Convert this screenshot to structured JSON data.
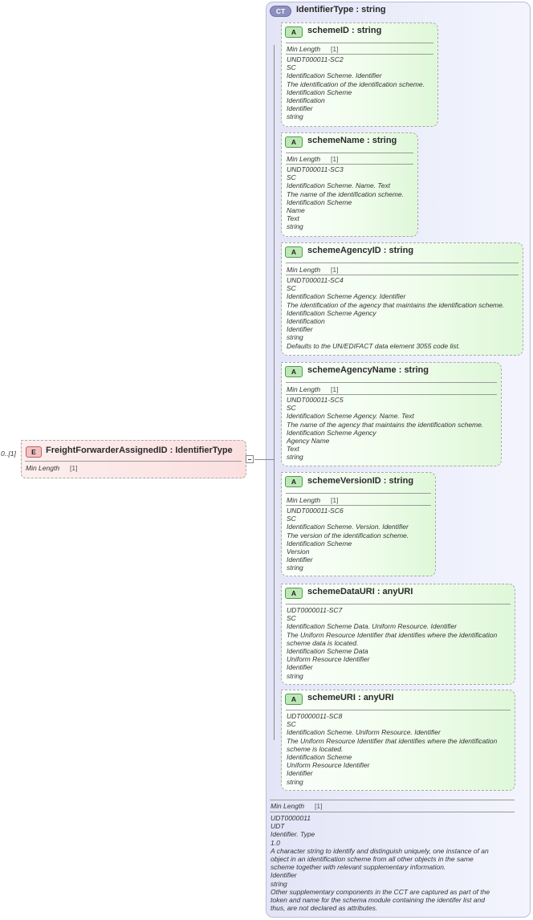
{
  "element": {
    "cardinality": "0..[1]",
    "badge": "E",
    "title": "FreightForwarderAssignedID : IdentifierType",
    "min_length_label": "Min Length",
    "min_length_value": "[1]"
  },
  "complex_type": {
    "badge": "CT",
    "title": "IdentifierType : string",
    "min_length_label": "Min Length",
    "min_length_value": "[1]",
    "doc": [
      "UDT0000011",
      "UDT",
      "Identifier. Type",
      "1.0",
      "A character string to identify and distinguish uniquely, one instance of an",
      "object in an identification scheme from all other objects in the same",
      "scheme together with relevant supplementary information.",
      "Identifier",
      "string",
      "Other supplementary components in the CCT are captured as part of the",
      "token and name for the schema module containing the identifer list and",
      "thus, are not declared as attributes."
    ]
  },
  "attributes": [
    {
      "badge": "A",
      "title": "schemeID : string",
      "min_length_label": "Min Length",
      "min_length_value": "[1]",
      "doc": [
        "UNDT000011-SC2",
        "SC",
        "Identification Scheme. Identifier",
        "The identification of the identification scheme.",
        "Identification Scheme",
        "Identification",
        "Identifier",
        "string"
      ]
    },
    {
      "badge": "A",
      "title": "schemeName : string",
      "min_length_label": "Min Length",
      "min_length_value": "[1]",
      "doc": [
        "UNDT000011-SC3",
        "SC",
        "Identification Scheme. Name. Text",
        "The name of the identification scheme.",
        "Identification Scheme",
        "Name",
        "Text",
        "string"
      ]
    },
    {
      "badge": "A",
      "title": "schemeAgencyID : string",
      "min_length_label": "Min Length",
      "min_length_value": "[1]",
      "doc": [
        "UNDT000011-SC4",
        "SC",
        "Identification Scheme Agency. Identifier",
        "The identification of the agency that maintains the identification scheme.",
        "Identification Scheme Agency",
        "Identification",
        "Identifier",
        "string",
        "Defaults to the UN/EDIFACT data element 3055 code list."
      ]
    },
    {
      "badge": "A",
      "title": "schemeAgencyName : string",
      "min_length_label": "Min Length",
      "min_length_value": "[1]",
      "doc": [
        "UNDT000011-SC5",
        "SC",
        "Identification Scheme Agency. Name. Text",
        "The name of the agency that maintains the identification scheme.",
        "Identification Scheme Agency",
        "Agency Name",
        "Text",
        "string"
      ]
    },
    {
      "badge": "A",
      "title": "schemeVersionID : string",
      "min_length_label": "Min Length",
      "min_length_value": "[1]",
      "doc": [
        "UNDT000011-SC6",
        "SC",
        "Identification Scheme. Version. Identifier",
        "The version of the identification scheme.",
        "Identification Scheme",
        "Version",
        "Identifier",
        "string"
      ]
    },
    {
      "badge": "A",
      "title": "schemeDataURI : anyURI",
      "doc": [
        "UDT0000011-SC7",
        "SC",
        "Identification Scheme Data. Uniform Resource. Identifier",
        "The Uniform Resource Identifier that identifies where the identification",
        "scheme data is located.",
        "Identification Scheme Data",
        "Uniform Resource Identifier",
        "Identifier",
        "string"
      ]
    },
    {
      "badge": "A",
      "title": "schemeURI : anyURI",
      "doc": [
        "UDT0000011-SC8",
        "SC",
        "Identification Scheme. Uniform Resource. Identifier",
        "The Uniform Resource Identifier that identifies where the identification",
        "scheme is located.",
        "Identification Scheme",
        "Uniform Resource Identifier",
        "Identifier",
        "string"
      ]
    }
  ]
}
